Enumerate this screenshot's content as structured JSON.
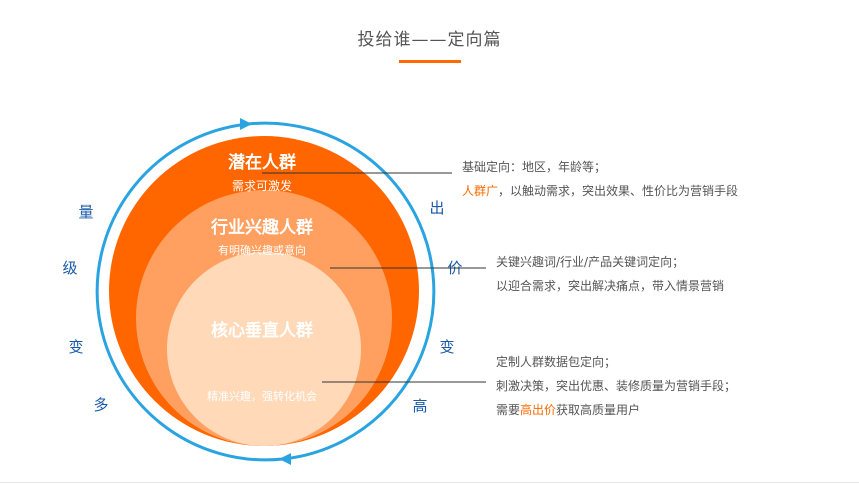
{
  "title": "投给谁——定向篇",
  "colors": {
    "accent": "#ff6a00",
    "ring": "#2aa4e0",
    "outer": "#ff6600",
    "middle": "#ffa060",
    "inner": "#ffd9b8"
  },
  "left_arc_label": [
    "量",
    "级",
    "变",
    "多"
  ],
  "right_arc_label": [
    "出",
    "价",
    "变",
    "高"
  ],
  "layers": [
    {
      "title": "潜在人群",
      "subtitle": "需求可激发"
    },
    {
      "title": "行业兴趣人群",
      "subtitle": "有明确兴趣或意向"
    },
    {
      "title": "核心垂直人群",
      "subtitle": "精准兴趣，强转化机会"
    }
  ],
  "notes": [
    {
      "line1": "基础定向：地区，年龄等；",
      "line2_highlight": "人群广",
      "line2_rest": "，以触动需求，突出效果、性价比为营销手段"
    },
    {
      "line1": "关键兴趣词/行业/产品关键词定向；",
      "line2": "以迎合需求，突出解决痛点，带入情景营销"
    },
    {
      "line1": "定制人群数据包定向；",
      "line2": "刺激决策，突出优惠、装修质量为营销手段；",
      "line3_pre": "需要",
      "line3_highlight": "高出价",
      "line3_post": "获取高质量用户"
    }
  ]
}
